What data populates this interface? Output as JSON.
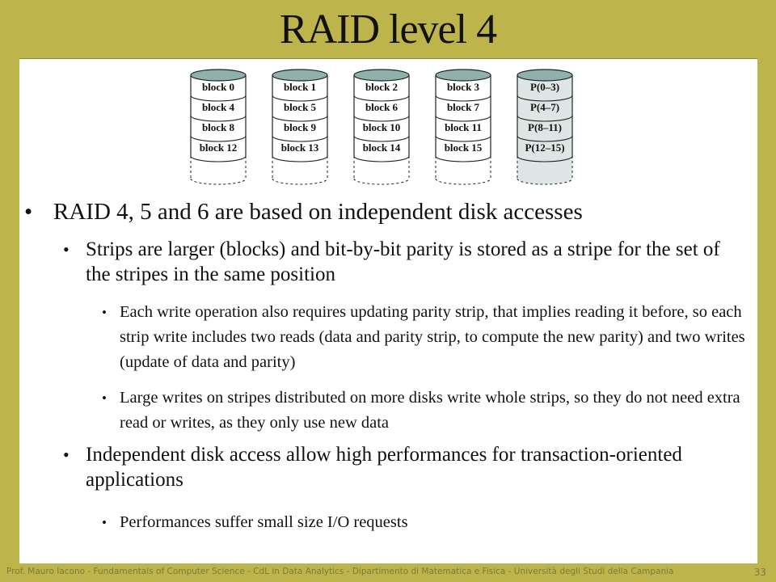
{
  "slide": {
    "title": "RAID level 4",
    "page_number": "33",
    "footer": "Prof. Mauro Iacono - Fundamentals of Computer  Science - CdL in Data Analytics - Dipartimento di Matematica e Fisica - Università degli Studi della Campania"
  },
  "diagram": {
    "disks": [
      {
        "blocks": [
          "block 0",
          "block 4",
          "block 8",
          "block 12"
        ],
        "parity": false
      },
      {
        "blocks": [
          "block 1",
          "block 5",
          "block 9",
          "block 13"
        ],
        "parity": false
      },
      {
        "blocks": [
          "block 2",
          "block 6",
          "block 10",
          "block 14"
        ],
        "parity": false
      },
      {
        "blocks": [
          "block 3",
          "block 7",
          "block 11",
          "block 15"
        ],
        "parity": false
      },
      {
        "blocks": [
          "P(0–3)",
          "P(4–7)",
          "P(8–11)",
          "P(12–15)"
        ],
        "parity": true
      }
    ],
    "colors": {
      "cap": "#8fb1ad",
      "parity_fill": "#dde6e4",
      "data_fill": "#ffffff",
      "stroke": "#222222"
    }
  },
  "bullets": [
    {
      "level": 1,
      "text": "RAID 4, 5 and 6 are based on independent disk accesses"
    },
    {
      "level": 2,
      "text": "Strips are larger (blocks) and bit-by-bit parity is stored as a stripe for the set of the stripes in the same position"
    },
    {
      "level": 3,
      "text": "Each write operation also requires updating parity strip, that implies reading it before, so each strip write includes two reads (data and parity strip, to compute the new parity) and two writes (update of data and parity)"
    },
    {
      "level": 3,
      "text": "Large writes on stripes distributed on more disks write whole strips, so they do not need extra read or writes, as they only use new data"
    },
    {
      "level": 2,
      "text": "Independent disk access allow high performances for transaction-oriented applications"
    },
    {
      "level": 3,
      "text": "Performances suffer small size I/O requests"
    }
  ]
}
